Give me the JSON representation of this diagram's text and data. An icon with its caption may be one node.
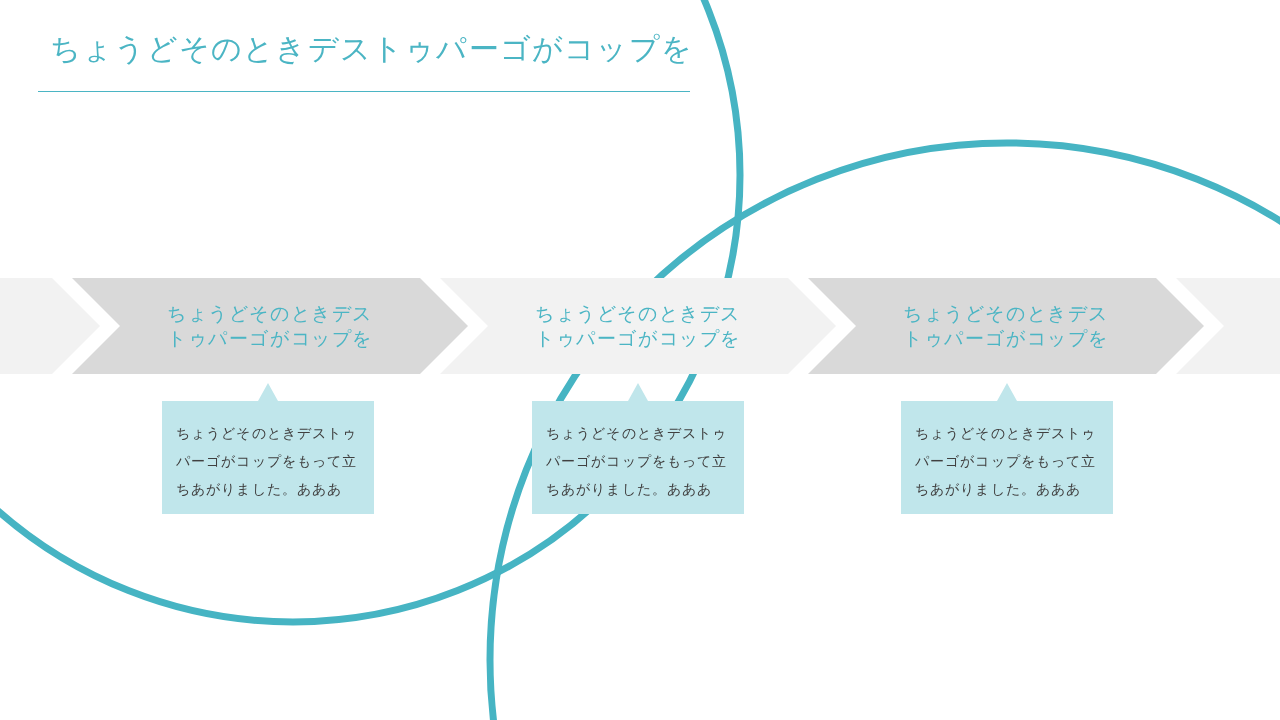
{
  "diagram": {
    "title": "ちょうどそのときデストゥパーゴがコップを",
    "nodes": [
      {
        "text": [],
        "shape": "chevron"
      },
      {
        "text": [
          "ちょうどそのときデストゥパーゴがコップを"
        ]
      },
      {
        "text": [
          "ちょうどそのときデストゥパーゴがコップを"
        ]
      },
      {
        "text": [
          "ちょうどそのときデストゥパーゴがコップを"
        ]
      },
      {
        "text": [],
        "shape": "chevron"
      },
      {
        "text": [
          "ちょうどそのときデストゥパーゴがコップをもって立ちあがりました。あああ"
        ]
      },
      {
        "text": [
          "ちょうどそのときデストゥパーゴがコップをもって立ちあがりました。あああ"
        ]
      },
      {
        "text": [
          "ちょうどそのときデストゥパーゴがコップをもって立ちあがりました。あああ"
        ]
      }
    ]
  }
}
